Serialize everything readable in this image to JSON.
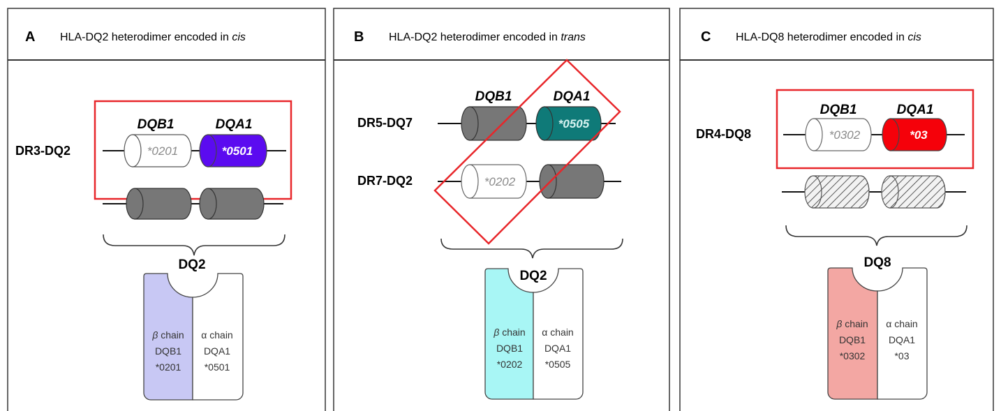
{
  "colors": {
    "frame": "#333333",
    "header_rule": "#333333",
    "highlight_box": "#e8262a",
    "filled_gene": "#777777",
    "allele_dq2_5": "#5b0bf0",
    "allele_dq2_teal": "#0f7a78",
    "allele_dq8": "#f5010a",
    "chain_beta_a": "#c8c8f4",
    "chain_beta_b": "#a8f6f5",
    "chain_beta_c": "#f3a7a3",
    "hatched_gene": "#f2f2f2"
  },
  "panels": [
    {
      "letter": "A",
      "title_prefix": "HLA-DQ2 heterodimer encoded in ",
      "title_italic": "cis",
      "gene_headers": [
        "DQB1",
        "DQA1"
      ],
      "haplotypes": [
        {
          "label": "DR3-DQ2",
          "dqb1_allele": "*0201",
          "dqa1_allele": "*0501"
        }
      ],
      "molecule": "DQ2",
      "beta_chain": {
        "greek": "β",
        "word": "chain",
        "gene": "DQB1",
        "allele": "*0201"
      },
      "alpha_chain": {
        "greek": "α",
        "word": "chain",
        "gene": "DQA1",
        "allele": "*0501"
      }
    },
    {
      "letter": "B",
      "title_prefix": "HLA-DQ2 heterodimer encoded in ",
      "title_italic": "trans",
      "gene_headers": [
        "DQB1",
        "DQA1"
      ],
      "haplotypes": [
        {
          "label": "DR5-DQ7",
          "dqa1_allele": "*0505"
        },
        {
          "label": "DR7-DQ2",
          "dqb1_allele": "*0202"
        }
      ],
      "molecule": "DQ2",
      "beta_chain": {
        "greek": "β",
        "word": "chain",
        "gene": "DQB1",
        "allele": "*0202"
      },
      "alpha_chain": {
        "greek": "α",
        "word": "chain",
        "gene": "DQA1",
        "allele": "*0505"
      }
    },
    {
      "letter": "C",
      "title_prefix": "HLA-DQ8 heterodimer encoded in ",
      "title_italic": "cis",
      "gene_headers": [
        "DQB1",
        "DQA1"
      ],
      "haplotypes": [
        {
          "label": "DR4-DQ8",
          "dqb1_allele": "*0302",
          "dqa1_allele": "*03"
        }
      ],
      "molecule": "DQ8",
      "beta_chain": {
        "greek": "β",
        "word": "chain",
        "gene": "DQB1",
        "allele": "*0302"
      },
      "alpha_chain": {
        "greek": "α",
        "word": "chain",
        "gene": "DQA1",
        "allele": "*03"
      }
    }
  ]
}
